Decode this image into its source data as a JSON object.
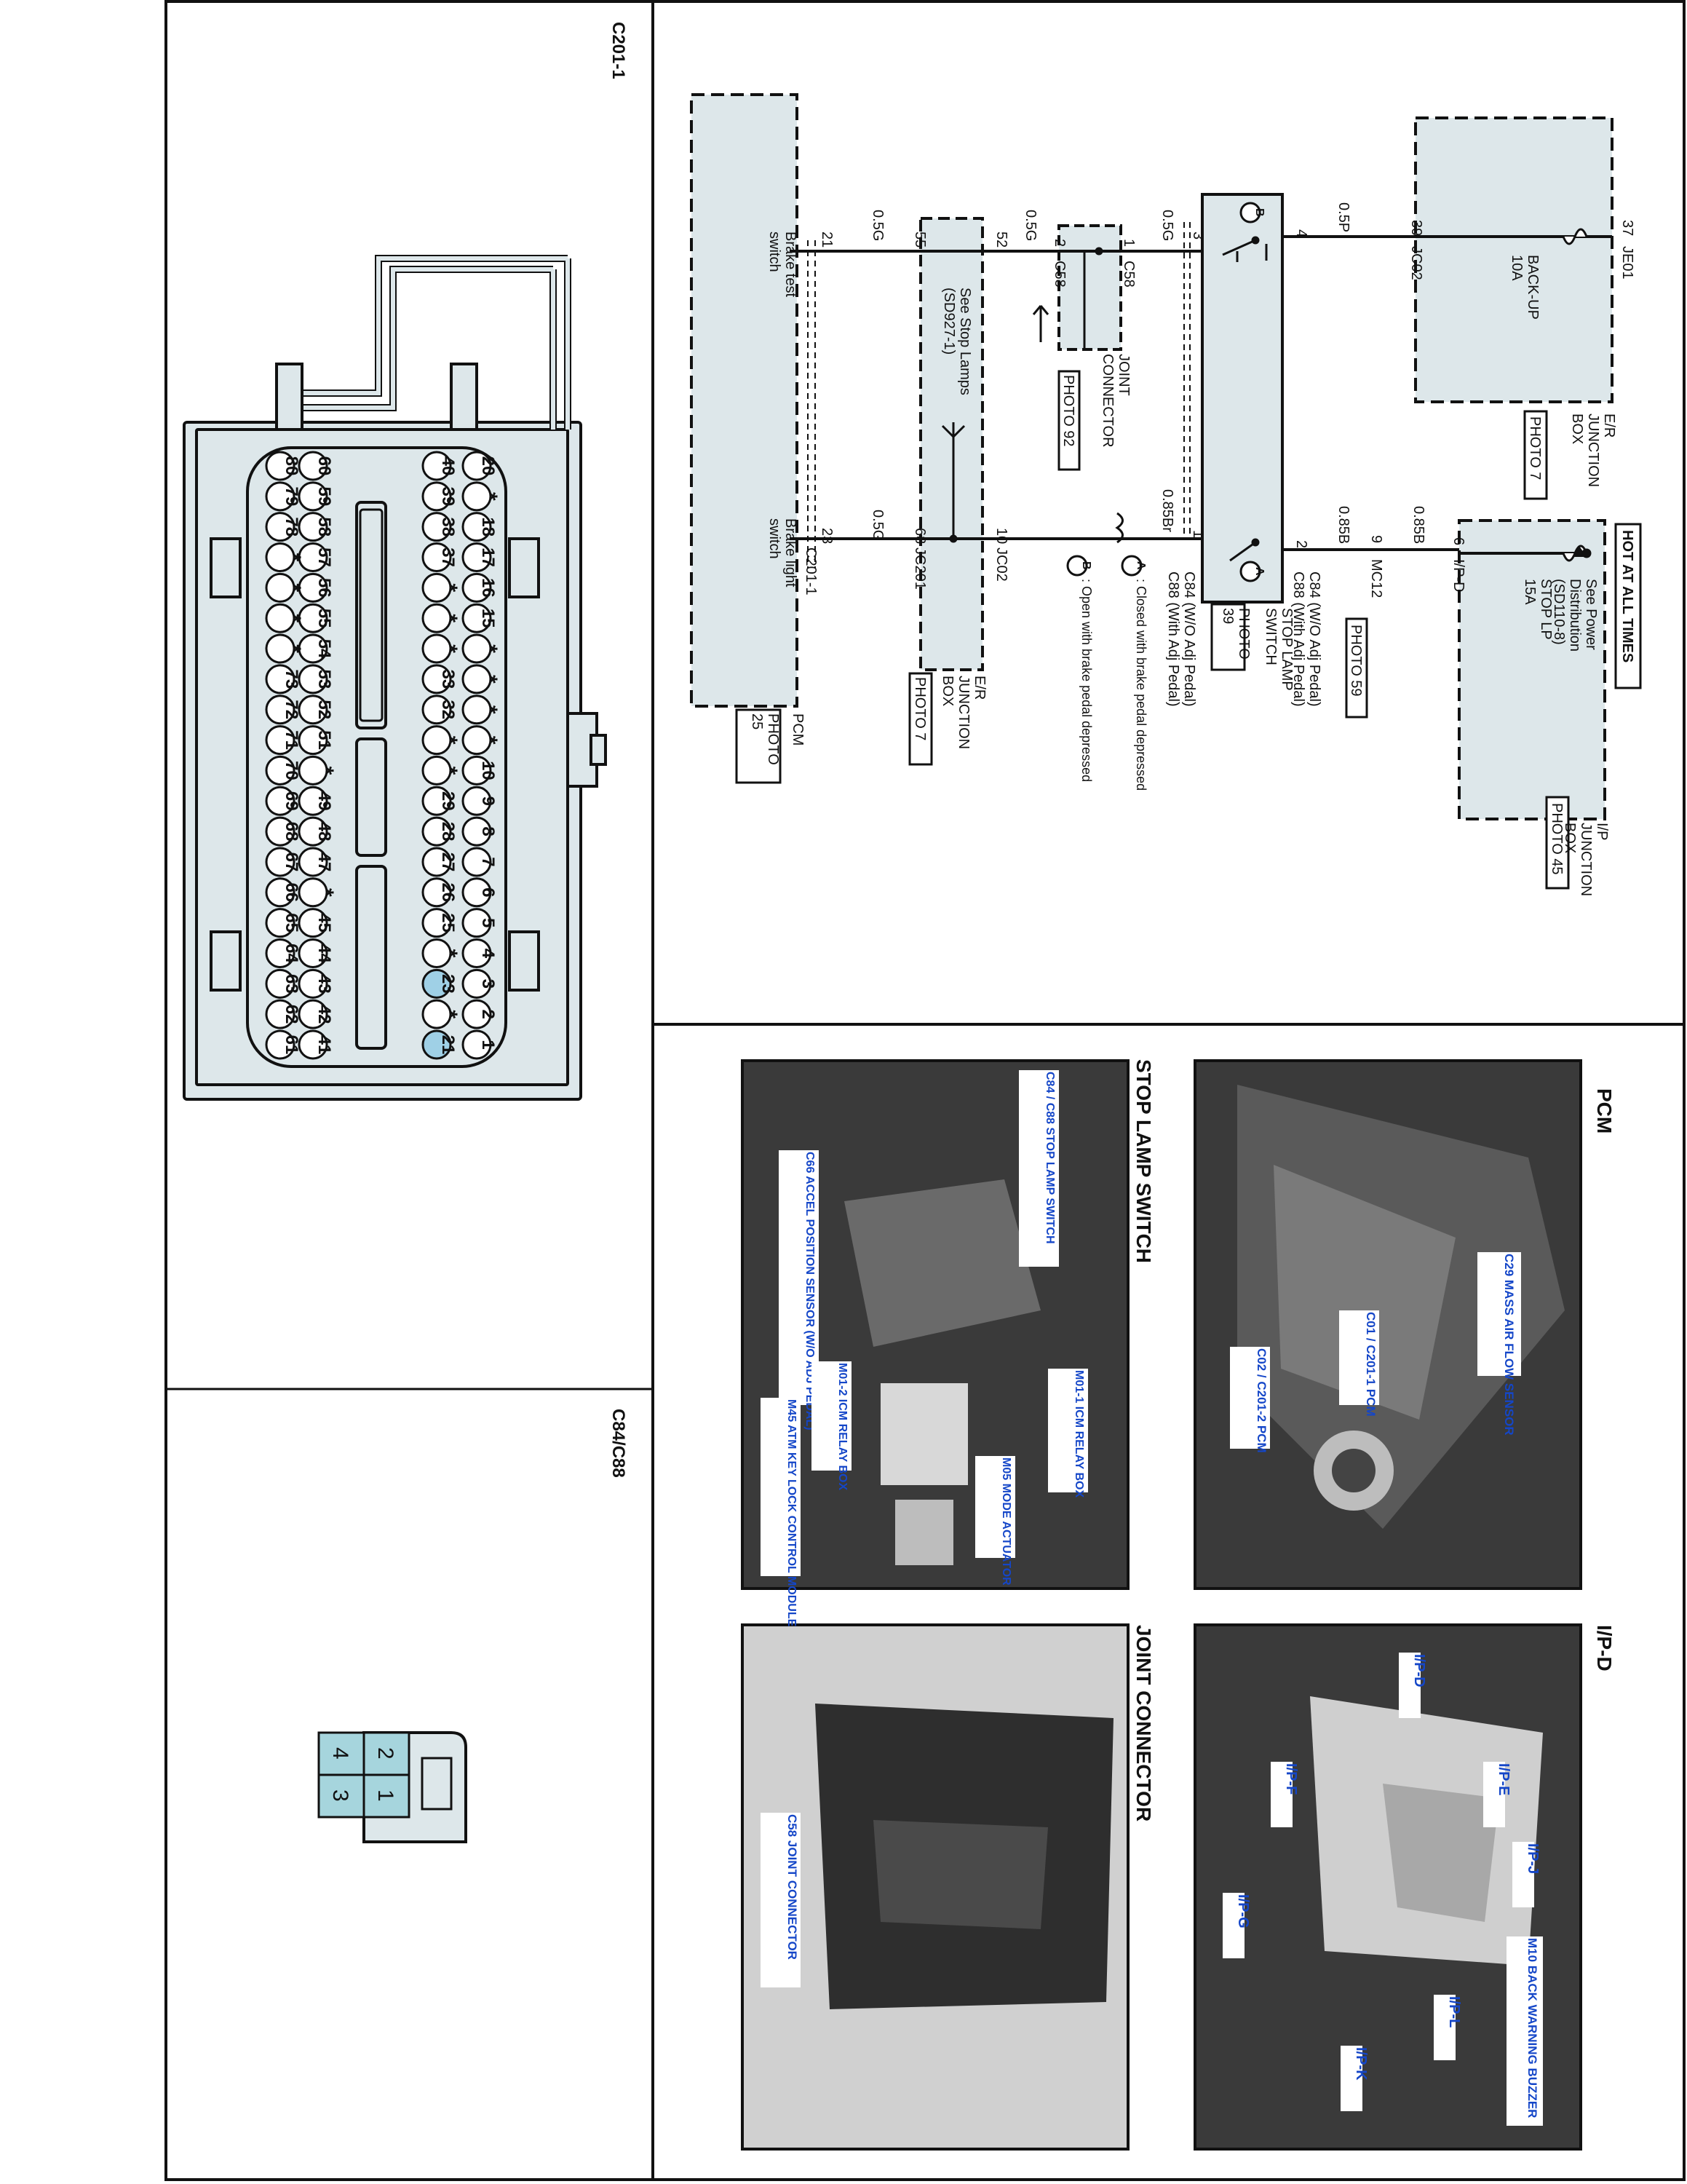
{
  "panels": {
    "c201_title": "C201-1",
    "c84_title": "C84/C88",
    "pcm_photo_title": "PCM",
    "ipd_photo_title": "I/P-D",
    "stop_lamp_photo_title": "STOP LAMP SWITCH",
    "joint_photo_title": "JOINT CONNECTOR"
  },
  "schematic": {
    "hot_at_all_times": "HOT AT ALL TIMES",
    "power_dist_note": [
      "See Power",
      "Distribution",
      "(SD110-8)"
    ],
    "ip_junction_box": [
      "I/P",
      "JUNCTION",
      "BOX"
    ],
    "photo45": "PHOTO 45",
    "stop_lp_fuse": [
      "STOP LP",
      "15A"
    ],
    "ipd_pin": "6",
    "ipd_conn": "I/P-D",
    "wire_085b_1": "0.85B",
    "wire_085b_2": "0.85B",
    "mc12_pin": "9",
    "mc12_conn": "MC12",
    "photo59": "PHOTO 59",
    "er_junction_box_top": [
      "E/R",
      "JUNCTION",
      "BOX"
    ],
    "photo7_top": "PHOTO 7",
    "backup_fuse": [
      "BACK-UP",
      "10A"
    ],
    "je01_pin": "37",
    "je01_conn": "JE01",
    "jc02_pin_top": "39",
    "jc02_conn_top": "JC02",
    "wire_05p": "0.5P",
    "sw_pin4": "4",
    "sw_pin2": "2",
    "sw_pin3": "3",
    "sw_pin1": "1",
    "stop_lamp_switch": [
      "STOP LAMP",
      "SWITCH"
    ],
    "photo39": [
      "PHOTO",
      "39"
    ],
    "c84_c88_labels": [
      "C84 (W/O Adj Pedal)",
      "C88 (With Adj Pedal)"
    ],
    "c84_c88_labels_lower": [
      "C84 (W/O Adj Pedal)",
      "C88 (With Adj Pedal)"
    ],
    "note_a": ": Closed with brake pedal depressed",
    "note_b": ": Open with brake pedal depressed",
    "wire_05g_1": "0.5G",
    "wire_085br": "0.85Br",
    "c58_pin1": "1",
    "c58_conn1": "C58",
    "c58_pin2": "2",
    "c58_conn2": "C58",
    "joint_connector": [
      "JOINT",
      "CONNECTOR"
    ],
    "photo92": "PHOTO 92",
    "wire_05g_2": "0.5G",
    "jc02_pin_52": "52",
    "jc02_pin_10": "10",
    "jc02_conn_mid": "JC02",
    "see_stop_lamps": [
      "See Stop Lamps",
      "(SD927-1)"
    ],
    "er_junction_box_mid": [
      "E/R",
      "JUNCTION",
      "BOX"
    ],
    "photo7_mid": "PHOTO 7",
    "jc201_pin_55": "55",
    "jc201_pin_68": "68",
    "jc201_conn": "JC201",
    "wire_05g_3": "0.5G",
    "wire_05g_4": "0.5G",
    "pcm_pin_21": "21",
    "pcm_pin_23": "23",
    "pcm_conn": "C201-1",
    "brake_test_switch": [
      "Brake test",
      "switch"
    ],
    "brake_light_switch": [
      "Brake light",
      "switch"
    ],
    "pcm": "PCM",
    "photo25": [
      "PHOTO",
      "25"
    ],
    "letter_a": "A",
    "letter_b": "B"
  },
  "connector_c201": {
    "rows": [
      [
        "1",
        "2",
        "3",
        "4",
        "5",
        "6",
        "7",
        "8",
        "9",
        "10",
        "*",
        "*",
        "*",
        "*",
        "15",
        "16",
        "17",
        "18",
        "*",
        "20"
      ],
      [
        "21",
        "*",
        "23",
        "*",
        "25",
        "26",
        "27",
        "28",
        "29",
        "*",
        "*",
        "32",
        "33",
        "*",
        "*",
        "*",
        "37",
        "38",
        "39",
        "40"
      ],
      [
        "41",
        "42",
        "43",
        "44",
        "45",
        "*",
        "47",
        "48",
        "49",
        "*",
        "51",
        "52",
        "53",
        "54",
        "55",
        "56",
        "57",
        "58",
        "59",
        "60"
      ],
      [
        "61",
        "62",
        "63",
        "64",
        "65",
        "66",
        "67",
        "68",
        "69",
        "70",
        "71",
        "72",
        "73",
        "*",
        "*",
        "*",
        "*",
        "78",
        "79",
        "80"
      ]
    ],
    "highlighted": [
      "21",
      "23"
    ]
  },
  "connector_c84": {
    "pins": [
      "2",
      "1",
      "4",
      "3"
    ]
  },
  "photo_callouts": {
    "pcm": [
      "C29 MASS AIR FLOW SENSOR",
      "C01 / C201-1 PCM",
      "C02 / C201-2 PCM"
    ],
    "ipd": [
      "I/P-D",
      "I/P-E",
      "I/P-J",
      "I/P-F",
      "M10 BACK WARNING BUZZER",
      "I/P-G",
      "I/P-L",
      "I/P-K"
    ],
    "stop_lamp": [
      "C84 / C88 STOP LAMP SWITCH",
      "C66 ACCEL POSITION SENSOR (W/O ADJ PEDAL)",
      "M01-1 ICM RELAY BOX",
      "M05 MODE ACTUATOR",
      "M01-2 ICM RELAY BOX",
      "M45 ATM KEY LOCK CONTROL MODULE"
    ],
    "joint": [
      "C58 JOINT CONNECTOR"
    ]
  },
  "colors": {
    "line": "#111111",
    "box_fill": "#dde7ea",
    "callout_blue": "#1446c8",
    "photo_dark": "#3a3a3a",
    "pin_highlight": "#9fd0e6",
    "c84_fill": "#a6d5dd"
  }
}
